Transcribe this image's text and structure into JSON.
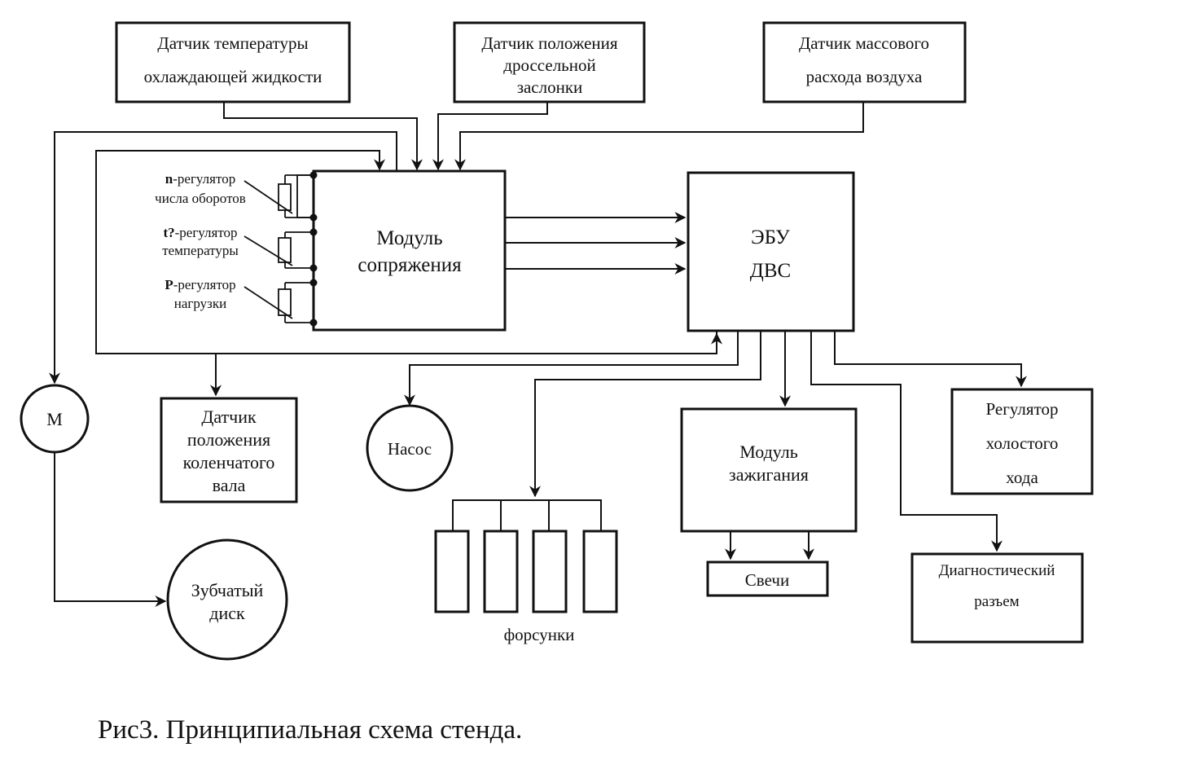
{
  "sensors": {
    "coolant_temp": [
      "Датчик температуры",
      "охлаждающей жидкости"
    ],
    "throttle_pos": [
      "Датчик положения",
      "дроссельной",
      "заслонки"
    ],
    "mass_air": [
      "Датчик массового",
      "расхода воздуха"
    ]
  },
  "regulators": {
    "n": {
      "bold": "n",
      "rest": "-регулятор",
      "sub": "числа оборотов"
    },
    "t": {
      "bold": "t?",
      "rest": "-регулятор",
      "sub": "температуры"
    },
    "p": {
      "bold": "P",
      "rest": "-регулятор",
      "sub": "нагрузки"
    }
  },
  "interface_module": [
    "Модуль",
    "сопряжения"
  ],
  "ecu": [
    "ЭБУ",
    "ДВС"
  ],
  "motor": "М",
  "crank_sensor": [
    "Датчик",
    "положения",
    "коленчатого",
    "вала"
  ],
  "pump": "Насос",
  "ignition_module": [
    "Модуль",
    "зажигания"
  ],
  "idle_regulator": [
    "Регулятор",
    "холостого",
    "хода"
  ],
  "spark_plugs": "Свечи",
  "diagnostic": [
    "Диагностический",
    "разъем"
  ],
  "gear_disc": [
    "Зубчатый",
    "диск"
  ],
  "injectors": "форсунки",
  "caption": "Рис3. Принципиальная схема стенда."
}
